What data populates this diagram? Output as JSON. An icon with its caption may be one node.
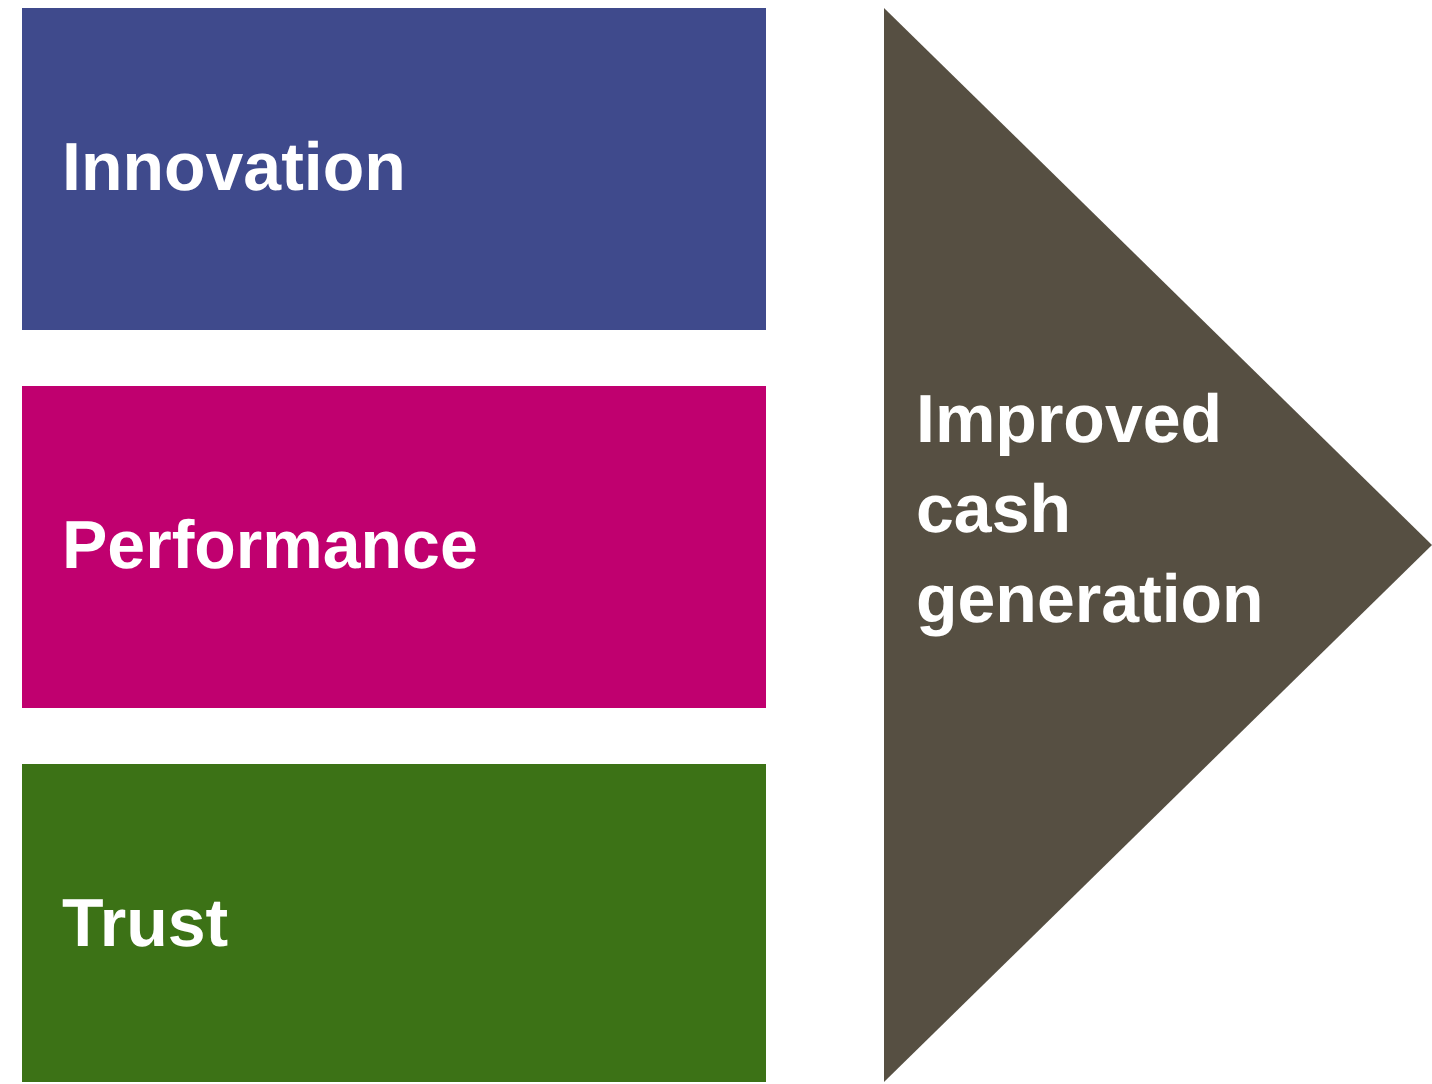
{
  "diagram": {
    "nodes": [
      {
        "text": [
          "Innovation"
        ]
      },
      {
        "text": [
          "Performance"
        ]
      },
      {
        "text": [
          "Trust"
        ]
      },
      {
        "text": [
          "Improved cash generation"
        ]
      }
    ]
  }
}
